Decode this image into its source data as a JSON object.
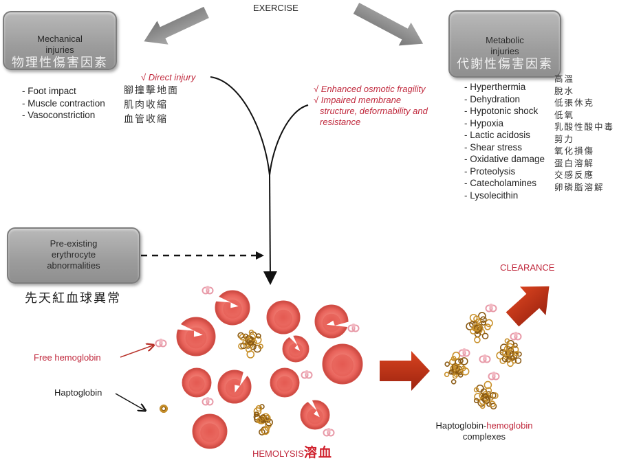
{
  "title": "EXERCISE",
  "mechanical": {
    "title_line1": "Mechanical",
    "title_line2": "injuries",
    "title_zh": "物理性傷害因素",
    "items": [
      {
        "en": "- Foot impact",
        "zh": "腳撞擊地面"
      },
      {
        "en": "- Muscle contraction",
        "zh": "肌肉收縮"
      },
      {
        "en": "- Vasoconstriction",
        "zh": "血管收縮"
      }
    ],
    "effect": "√ Direct injury"
  },
  "metabolic": {
    "title_line1": "Metabolic",
    "title_line2": "injuries",
    "title_zh": "代謝性傷害因素",
    "items": [
      {
        "en": "- Hyperthermia",
        "zh": "高溫"
      },
      {
        "en": "- Dehydration",
        "zh": "脫水"
      },
      {
        "en": "- Hypotonic shock",
        "zh": "低張休克"
      },
      {
        "en": "- Hypoxia",
        "zh": "低氧"
      },
      {
        "en": "- Lactic acidosis",
        "zh": "乳酸性酸中毒"
      },
      {
        "en": "- Shear stress",
        "zh": "剪力"
      },
      {
        "en": "- Oxidative damage",
        "zh": "氧化損傷"
      },
      {
        "en": "- Proteolysis",
        "zh": "蛋白溶解"
      },
      {
        "en": "- Catecholamines",
        "zh": "交感反應"
      },
      {
        "en": "- Lysolecithin",
        "zh": "卵磷脂溶解"
      }
    ],
    "effects": [
      "√ Enhanced osmotic fragility",
      "√ Impaired membrane",
      "structure, deformability and",
      "resistance"
    ]
  },
  "preexisting": {
    "lines": [
      "Pre-existing",
      "erythrocyte",
      "abnormalities"
    ],
    "zh": "先天紅血球異常"
  },
  "labels": {
    "free_hemoglobin": "Free hemoglobin",
    "haptoglobin": "Haptoglobin",
    "hemolysis": "HEMOLYSIS",
    "hemolysis_zh": "溶血",
    "clearance": "CLEARANCE",
    "complex_part1": "Haptoglobin-",
    "complex_part2": "hemoglobin",
    "complex_line2": "complexes"
  },
  "colors": {
    "red_text": "#c0283c",
    "cell": "#e8625a",
    "cell_dark": "#c9403a",
    "big_arrow": "#c8341a",
    "gray_box": "#9e9e9e",
    "haptoglobin": "#c8902a",
    "hemoglobin": "#e89aa8"
  }
}
